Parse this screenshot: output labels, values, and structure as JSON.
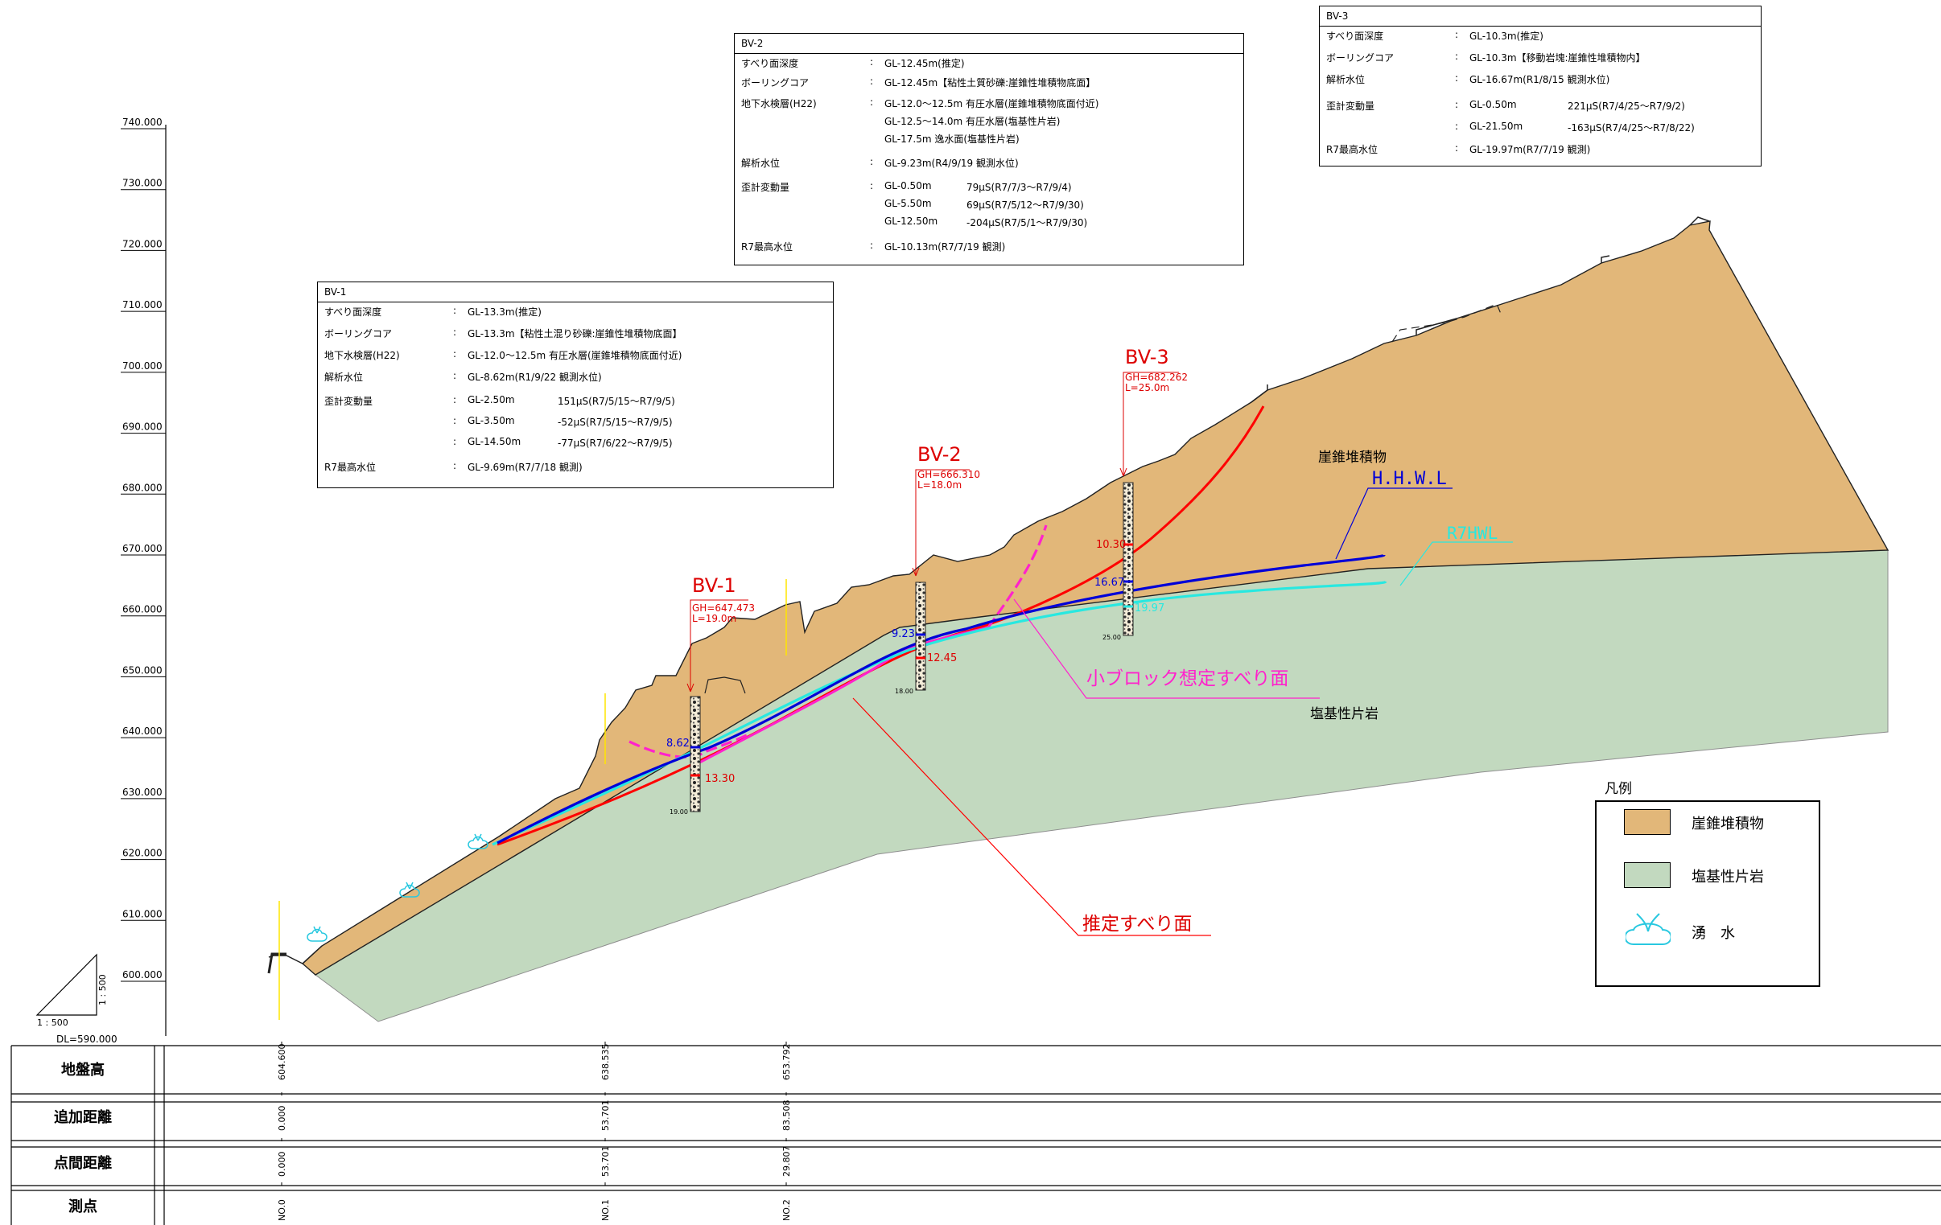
{
  "colors": {
    "talus": "#e2b779",
    "schist": "#c2d9bf",
    "slip_red": "#ff0000",
    "hhwl_blue": "#0000d8",
    "r7hwl_cyan": "#28e8e0",
    "small_block_magenta": "#ff22cc",
    "label_red": "#dd0000"
  },
  "axis": {
    "ticks": [
      {
        "value": 740,
        "label": "740.000"
      },
      {
        "value": 730,
        "label": "730.000"
      },
      {
        "value": 720,
        "label": "720.000"
      },
      {
        "value": 710,
        "label": "710.000"
      },
      {
        "value": 700,
        "label": "700.000"
      },
      {
        "value": 690,
        "label": "690.000"
      },
      {
        "value": 680,
        "label": "680.000"
      },
      {
        "value": 670,
        "label": "670.000"
      },
      {
        "value": 660,
        "label": "660.000"
      },
      {
        "value": 650,
        "label": "650.000"
      },
      {
        "value": 640,
        "label": "640.000"
      },
      {
        "value": 630,
        "label": "630.000"
      },
      {
        "value": 620,
        "label": "620.000"
      },
      {
        "value": 610,
        "label": "610.000"
      },
      {
        "value": 600,
        "label": "600.000"
      }
    ],
    "scale_label": "1 : 500",
    "scale_label_vertical": "1 : 500",
    "datum": "DL=590.000"
  },
  "boreholes": [
    {
      "name": "BV-1",
      "gh": "GH=647.473",
      "l": "L=19.0m",
      "bottom": "19.00",
      "marks": [
        {
          "text": "8.62",
          "color": "blue"
        },
        {
          "text": "13.30",
          "color": "red"
        }
      ]
    },
    {
      "name": "BV-2",
      "gh": "GH=666.310",
      "l": "L=18.0m",
      "bottom": "18.00",
      "marks": [
        {
          "text": "9.23",
          "color": "blue"
        },
        {
          "text": "12.45",
          "color": "red"
        }
      ]
    },
    {
      "name": "BV-3",
      "gh": "GH=682.262",
      "l": "L=25.0m",
      "bottom": "25.00",
      "marks": [
        {
          "text": "10.30",
          "color": "red"
        },
        {
          "text": "16.67",
          "color": "blue"
        },
        {
          "text": "19.97",
          "color": "cyan"
        }
      ]
    }
  ],
  "labels": {
    "talus": "崖錐堆積物",
    "schist": "塩基性片岩",
    "hhwl": "H.H.W.L",
    "r7hwl": "R7HWL",
    "small_block": "小ブロック想定すべり面",
    "slip_surface": "推定すべり面"
  },
  "info_boxes": {
    "bv1": {
      "title": "BV-1",
      "rows": [
        {
          "label": "すべり面深度",
          "sep": ":",
          "value": "GL-13.3m(推定)",
          "extra": ""
        },
        {
          "label": "ボーリングコア",
          "sep": ":",
          "value": "GL-13.3m【粘性土混り砂礫:崖錐性堆積物底面】",
          "extra": ""
        },
        {
          "label": "地下水検層(H22)",
          "sep": ":",
          "value": "GL-12.0～12.5m 有圧水層(崖錐堆積物底面付近)",
          "extra": ""
        },
        {
          "label": "解析水位",
          "sep": ":",
          "value": "GL-8.62m(R1/9/22 観測水位)",
          "extra": ""
        },
        {
          "label": "歪計変動量",
          "sep": ":",
          "value": "GL-2.50m",
          "extra": "151μS(R7/5/15～R7/9/5)"
        },
        {
          "label": "",
          "sep": ":",
          "value": "GL-3.50m",
          "extra": "-52μS(R7/5/15～R7/9/5)"
        },
        {
          "label": "",
          "sep": ":",
          "value": "GL-14.50m",
          "extra": "-77μS(R7/6/22～R7/9/5)"
        },
        {
          "label": "R7最高水位",
          "sep": ":",
          "value": "GL-9.69m(R7/7/18 観測)",
          "extra": ""
        }
      ]
    },
    "bv2": {
      "title": "BV-2",
      "rows": [
        {
          "label": "すべり面深度",
          "sep": ":",
          "value": "GL-12.45m(推定)",
          "extra": ""
        },
        {
          "label": "ボーリングコア",
          "sep": ":",
          "value": "GL-12.45m【粘性土質砂礫:崖錐性堆積物底面】",
          "extra": ""
        },
        {
          "label": "地下水検層(H22)",
          "sep": ":",
          "value": "GL-12.0～12.5m 有圧水層(崖錐堆積物底面付近)",
          "extra": ""
        },
        {
          "label": "",
          "sep": "",
          "value": "GL-12.5～14.0m 有圧水層(塩基性片岩)",
          "extra": ""
        },
        {
          "label": "",
          "sep": "",
          "value": "GL-17.5m 逸水面(塩基性片岩)",
          "extra": ""
        },
        {
          "label": "解析水位",
          "sep": ":",
          "value": "GL-9.23m(R4/9/19 観測水位)",
          "extra": ""
        },
        {
          "label": "歪計変動量",
          "sep": ":",
          "value": "GL-0.50m",
          "extra": "79μS(R7/7/3～R7/9/4)"
        },
        {
          "label": "",
          "sep": "",
          "value": "GL-5.50m",
          "extra": "69μS(R7/5/12～R7/9/30)"
        },
        {
          "label": "",
          "sep": "",
          "value": "GL-12.50m",
          "extra": "-204μS(R7/5/1～R7/9/30)"
        },
        {
          "label": "R7最高水位",
          "sep": ":",
          "value": "GL-10.13m(R7/7/19 観測)",
          "extra": ""
        }
      ]
    },
    "bv3": {
      "title": "BV-3",
      "rows": [
        {
          "label": "すべり面深度",
          "sep": ":",
          "value": "GL-10.3m(推定)",
          "extra": ""
        },
        {
          "label": "ボーリングコア",
          "sep": ":",
          "value": "GL-10.3m【移動岩塊:崖錐性堆積物内】",
          "extra": ""
        },
        {
          "label": "解析水位",
          "sep": ":",
          "value": "GL-16.67m(R1/8/15 観測水位)",
          "extra": ""
        },
        {
          "label": "歪計変動量",
          "sep": ":",
          "value": "GL-0.50m",
          "extra": "221μS(R7/4/25～R7/9/2)"
        },
        {
          "label": "",
          "sep": ":",
          "value": "GL-21.50m",
          "extra": "-163μS(R7/4/25～R7/8/22)"
        },
        {
          "label": "R7最高水位",
          "sep": ":",
          "value": "GL-19.97m(R7/7/19 観測)",
          "extra": ""
        }
      ]
    }
  },
  "legend": {
    "title": "凡例",
    "items": [
      {
        "label": "崖錐堆積物"
      },
      {
        "label": "塩基性片岩"
      },
      {
        "label": "湧　水"
      }
    ]
  },
  "table": {
    "row_labels": [
      "地盤高",
      "追加距離",
      "点間距離",
      "測点"
    ],
    "columns": [
      {
        "ground": "604.600",
        "cum": "0.000",
        "interval": "0.000",
        "station": "NO.0"
      },
      {
        "ground": "638.535",
        "cum": "53.701",
        "interval": "53.701",
        "station": "NO.1"
      },
      {
        "ground": "653.792",
        "cum": "83.508",
        "interval": "29.807",
        "station": "NO.2"
      }
    ]
  }
}
